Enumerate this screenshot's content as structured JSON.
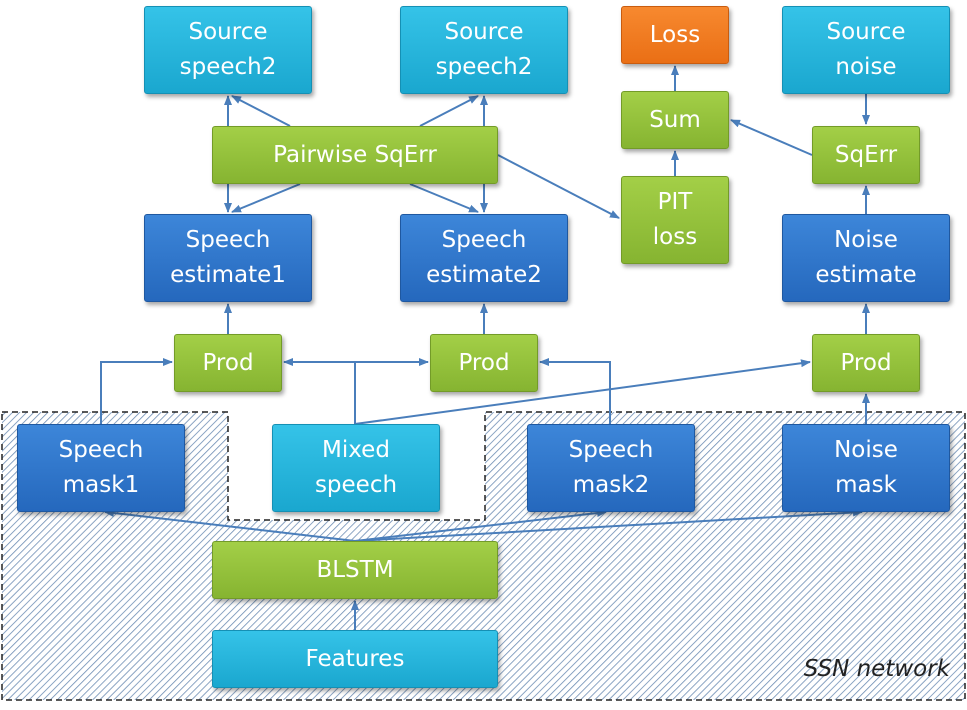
{
  "colors": {
    "input": "#1fb0d8",
    "estimate": "#2f75c9",
    "operation": "#92c23c",
    "loss": "#f07a22",
    "arrow": "#4a7ebb",
    "region_border": "#222222"
  },
  "nodes": {
    "source_speech_a": "Source\nspeech2",
    "source_speech_b": "Source\nspeech2",
    "loss": "Loss",
    "source_noise": "Source\nnoise",
    "pairwise_sqerr": "Pairwise SqErr",
    "sum": "Sum",
    "sqerr": "SqErr",
    "pit_loss": "PIT\nloss",
    "speech_estimate1": "Speech\nestimate1",
    "speech_estimate2": "Speech\nestimate2",
    "noise_estimate": "Noise\nestimate",
    "prod1": "Prod",
    "prod2": "Prod",
    "prod3": "Prod",
    "speech_mask1": "Speech\nmask1",
    "mixed_speech": "Mixed\nspeech",
    "speech_mask2": "Speech\nmask2",
    "noise_mask": "Noise\nmask",
    "blstm": "BLSTM",
    "features": "Features"
  },
  "region": {
    "label": "SSN network"
  }
}
